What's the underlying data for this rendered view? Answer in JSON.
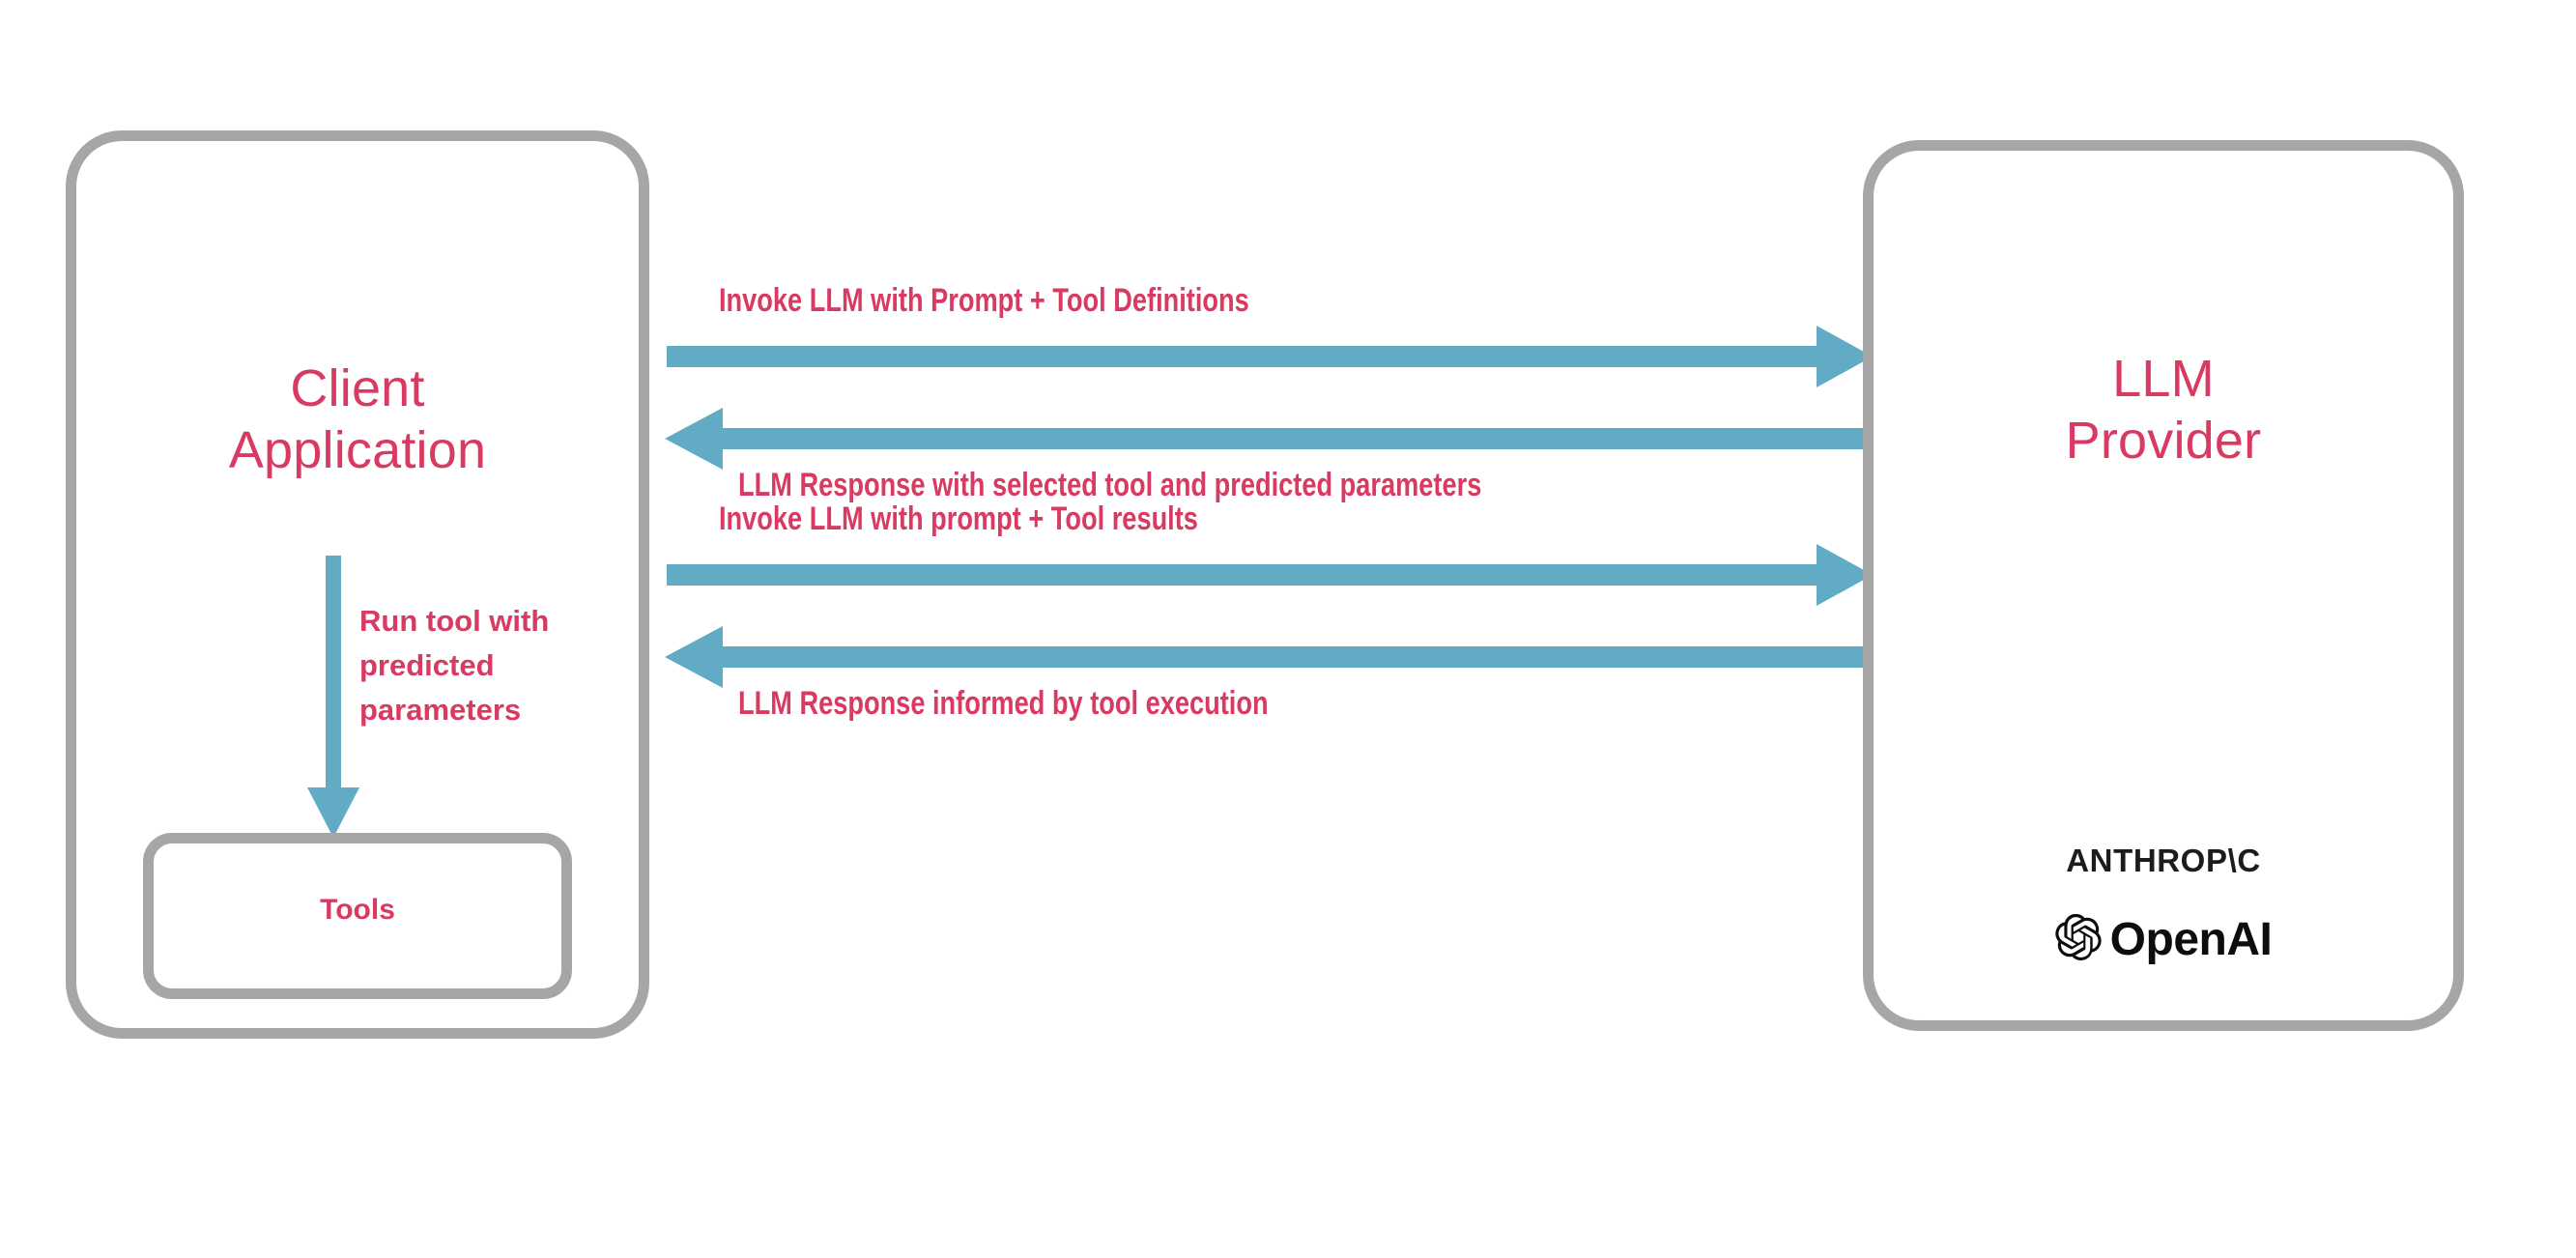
{
  "diagram": {
    "title_hidden": "",
    "colors": {
      "accent_text": "#d93a61",
      "arrow": "#62abc4",
      "box_border": "#a6a6a6",
      "logo": "#0d0d0d",
      "background": "#ffffff"
    },
    "client": {
      "title_line_1": "Client",
      "title_line_2": "Application",
      "tools_label": "Tools",
      "internal_arrow": {
        "icon": "down-arrow-icon",
        "label_line_1": "Run tool with",
        "label_line_2": "predicted",
        "label_line_3": "parameters"
      }
    },
    "provider": {
      "title_line_1": "LLM",
      "title_line_2": "Provider",
      "logos": [
        {
          "name": "anthropic-logo",
          "text": "ANTHROP\\C"
        },
        {
          "name": "openai-logo",
          "text": "OpenAI",
          "mark": "openai-knot-icon"
        }
      ]
    },
    "flows": [
      {
        "id": "invoke-1",
        "direction": "right",
        "icon": "right-arrow-icon",
        "label": "Invoke LLM with Prompt + Tool Definitions"
      },
      {
        "id": "response-1",
        "direction": "left",
        "icon": "left-arrow-icon",
        "label": "LLM Response with selected tool and predicted parameters"
      },
      {
        "id": "invoke-2",
        "direction": "right",
        "icon": "right-arrow-icon",
        "label": "Invoke LLM with prompt + Tool results"
      },
      {
        "id": "response-2",
        "direction": "left",
        "icon": "left-arrow-icon",
        "label": "LLM Response informed by tool execution"
      }
    ]
  }
}
